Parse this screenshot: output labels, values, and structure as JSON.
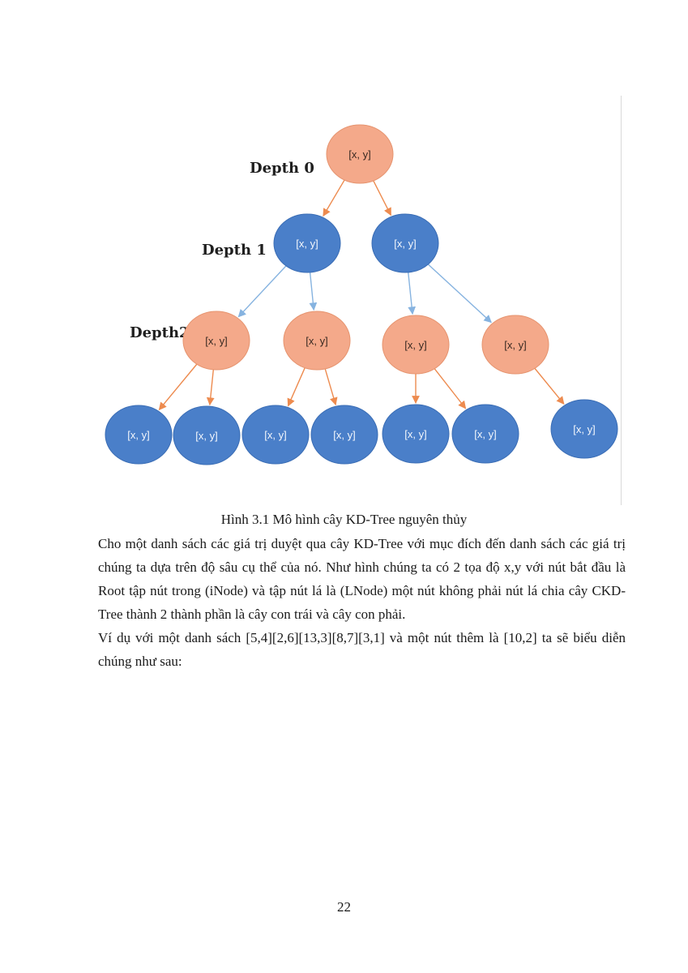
{
  "figure": {
    "depth_labels": [
      "Depth 0",
      "Depth 1",
      "Depth2"
    ],
    "node_label": "[x, y]",
    "colors": {
      "orange_fill": "#f4a98a",
      "orange_stroke": "#e6946f",
      "orange_edge": "#ed8b4f",
      "blue_fill": "#4a7fc9",
      "blue_stroke": "#3a6db5",
      "blue_edge": "#86b3e0"
    }
  },
  "caption": "Hình 3.1 Mô hình cây KD-Tree nguyên thủy",
  "paragraphs": [
    "Cho một danh sách các giá trị duyệt qua cây KD-Tree với mục đích đến danh sách các giá trị chúng ta dựa trên độ sâu cụ thể của nó. Như hình chúng ta có 2 tọa độ x,y với nút bắt đầu là Root tập nút trong (iNode) và tập nút lá là (LNode) một nút không phải nút lá chia cây CKD-Tree thành 2 thành phần là cây con trái và cây con phải.",
    "Ví dụ với một danh sách [5,4][2,6][13,3][8,7][3,1] và một nút thêm là [10,2] ta sẽ biểu diễn chúng như sau:"
  ],
  "page_number": "22"
}
